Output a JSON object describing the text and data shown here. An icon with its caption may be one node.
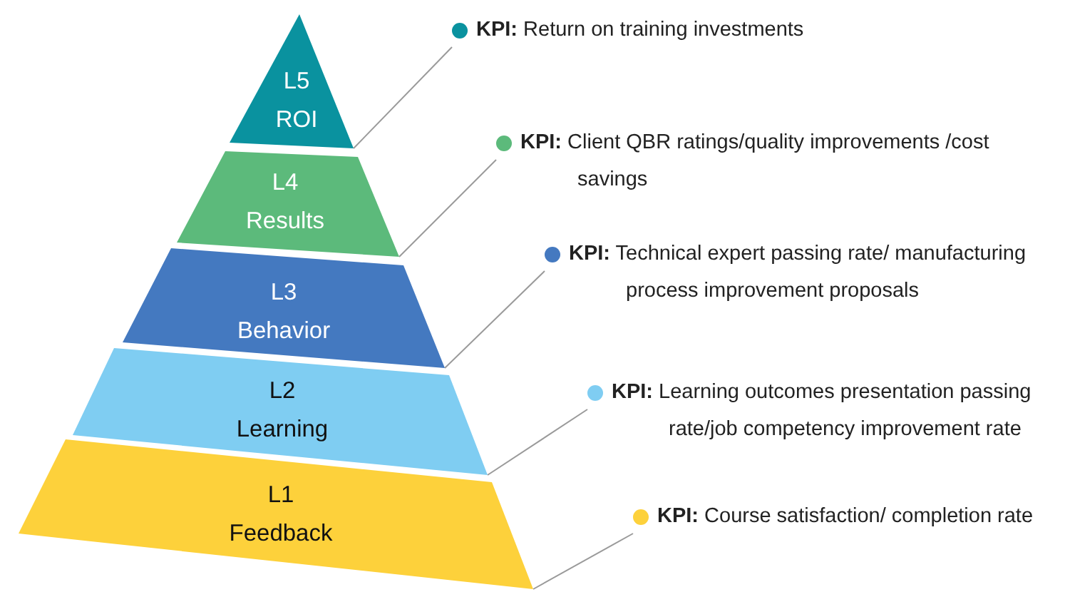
{
  "diagram": {
    "nodes": [
      {
        "text": [
          "L5",
          "ROI"
        ]
      },
      {
        "text": [
          "L4",
          "Results"
        ]
      },
      {
        "text": [
          "L3",
          "Behavior"
        ]
      },
      {
        "text": [
          "L2",
          "Learning"
        ]
      },
      {
        "text": [
          "L1",
          "Feedback"
        ]
      },
      {
        "text": [
          "**KPI:** Return on training investments"
        ]
      },
      {
        "text": [
          "**KPI:** Client QBR ratings/quality improvements /cost savings"
        ]
      },
      {
        "text": [
          "**KPI:** Technical expert passing rate/ manufacturing process improvement proposals"
        ]
      },
      {
        "text": [
          "**KPI:** Learning outcomes presentation passing rate/job competency improvement rate"
        ]
      },
      {
        "text": [
          "**KPI:** Course satisfaction/ completion rate"
        ]
      }
    ],
    "edges": [
      {
        "from": 5,
        "to": 0,
        "arrow": "none"
      },
      {
        "from": 6,
        "to": 1,
        "arrow": "none"
      },
      {
        "from": 7,
        "to": 2,
        "arrow": "none"
      },
      {
        "from": 8,
        "to": 3,
        "arrow": "none"
      },
      {
        "from": 9,
        "to": 4,
        "arrow": "none"
      }
    ]
  }
}
